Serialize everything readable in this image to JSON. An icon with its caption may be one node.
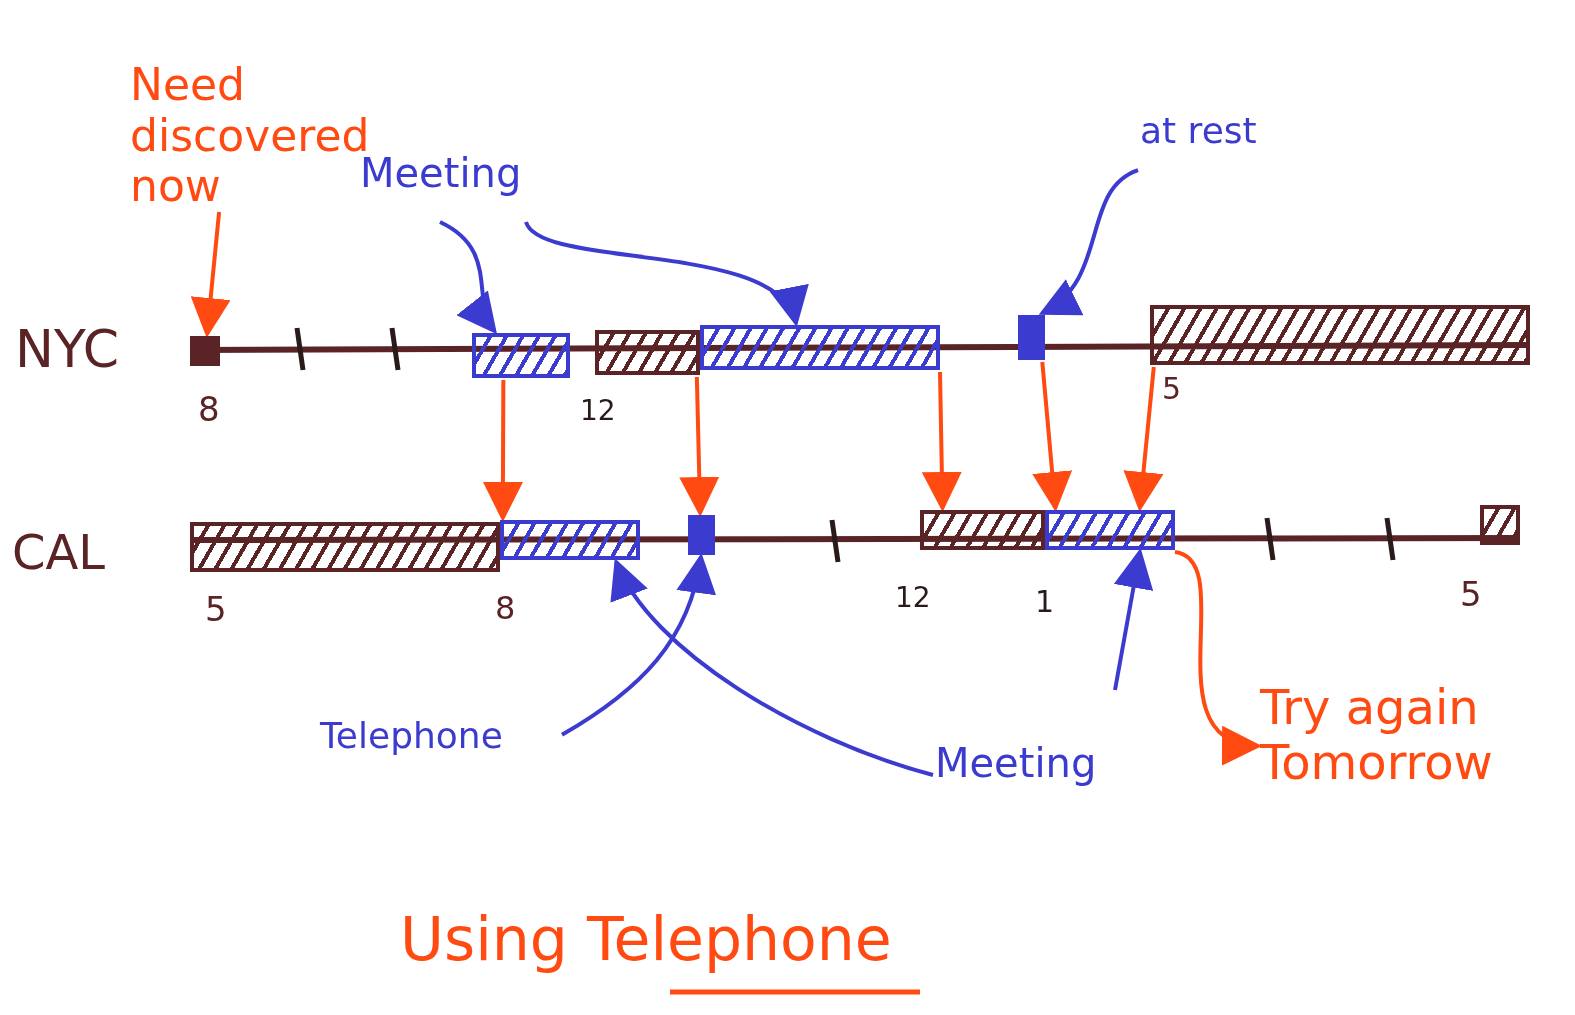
{
  "diagram": {
    "title": "Using Telephone",
    "nodes": [
      {
        "text": [
          "Need discovered now"
        ]
      },
      {
        "text": [],
        "shape": "box"
      },
      {
        "text": [
          "Meeting"
        ]
      },
      {
        "text": [],
        "shape": "box"
      },
      {
        "text": [],
        "shape": "box"
      },
      {
        "text": [],
        "shape": "box"
      },
      {
        "text": [
          "at rest"
        ]
      },
      {
        "text": [],
        "shape": "box"
      },
      {
        "text": [],
        "shape": "box"
      },
      {
        "text": [],
        "shape": "box"
      },
      {
        "text": [],
        "shape": "box"
      },
      {
        "text": [],
        "shape": "box"
      },
      {
        "text": [],
        "shape": "box"
      },
      {
        "text": [],
        "shape": "box"
      },
      {
        "text": [],
        "shape": "box"
      },
      {
        "text": [
          "Telephone"
        ]
      },
      {
        "text": [
          "Meeting"
        ]
      },
      {
        "text": [
          "Try again Tomorrow"
        ]
      }
    ],
    "edges": [
      {
        "from": 0,
        "to": 1,
        "arrow": "to"
      },
      {
        "from": 2,
        "to": 3,
        "arrow": "to",
        "color": "#3b3bd0"
      },
      {
        "from": 2,
        "to": 5,
        "arrow": "to",
        "color": "#3b3bd0"
      },
      {
        "from": 6,
        "to": 7,
        "arrow": "to",
        "color": "#3b3bd0"
      },
      {
        "from": 3,
        "to": 10,
        "arrow": "to"
      },
      {
        "from": 4,
        "to": 11,
        "arrow": "to"
      },
      {
        "from": 5,
        "to": 12,
        "arrow": "to"
      },
      {
        "from": 7,
        "to": 13,
        "arrow": "to"
      },
      {
        "from": 8,
        "to": 13,
        "arrow": "to"
      },
      {
        "from": 15,
        "to": 11,
        "arrow": "to",
        "color": "#3b3bd0"
      },
      {
        "from": 16,
        "to": 10,
        "arrow": "to",
        "color": "#3b3bd0"
      },
      {
        "from": null,
        "to": 13,
        "arrow": "to",
        "color": "#3b3bd0"
      },
      {
        "from": 13,
        "to": 17,
        "arrow": "to"
      }
    ],
    "labels": [
      "NYC",
      "8",
      "12",
      "5",
      "CAL",
      "5",
      "8",
      "12",
      "1",
      "5"
    ]
  }
}
